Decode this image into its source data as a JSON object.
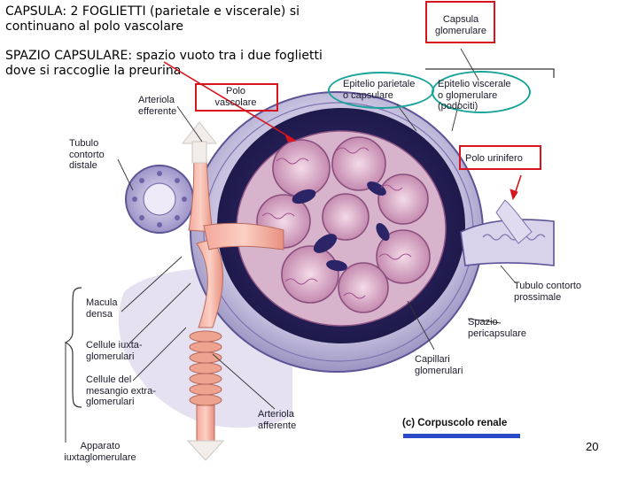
{
  "slide": {
    "paragraph_1": "CAPSULA: 2 FOGLIETTI (parietale e viscerale) si\ncontinuano al polo vascolare",
    "paragraph_2": "SPAZIO CAPSULARE: spazio vuoto tra i due foglietti\ndove si raccoglie la preurina",
    "page_number": "20"
  },
  "diagram": {
    "caption": "(c) Corpuscolo renale",
    "labels": {
      "capsula_glomerulare": "Capsula\nglomerulare",
      "polo_vascolare": "Polo\nvascolare",
      "arteriola_efferente": "Arteriola\nefferente",
      "epitelio_parietale": "Epitelio parietale\no capsulare",
      "epitelio_viscerale": "Epitelio viscerale\no glomerulare\n(podociti)",
      "tubulo_distale": "Tubulo\ncontorto\ndistale",
      "polo_urinifero": "Polo urinifero",
      "tubulo_prossimale": "Tubulo contorto\nprossimale",
      "macula_densa": "Macula\ndensa",
      "spazio_pericapsulare": "Spazio\npericapsulare",
      "cellule_iuxta": "Cellule iuxta-\nglomerulari",
      "capillari": "Capillari\nglomerulari",
      "cellule_mesangio": "Cellule del\nmesangio extra-\nglomerulari",
      "arteriola_afferente": "Arteriola\nafferente",
      "apparato": "Apparato\niuxtaglomerulare"
    }
  },
  "colors": {
    "highlight_box": "#d8141c",
    "highlight_ellipse": "#1aa39a",
    "caption_bar": "#2a49c6"
  }
}
